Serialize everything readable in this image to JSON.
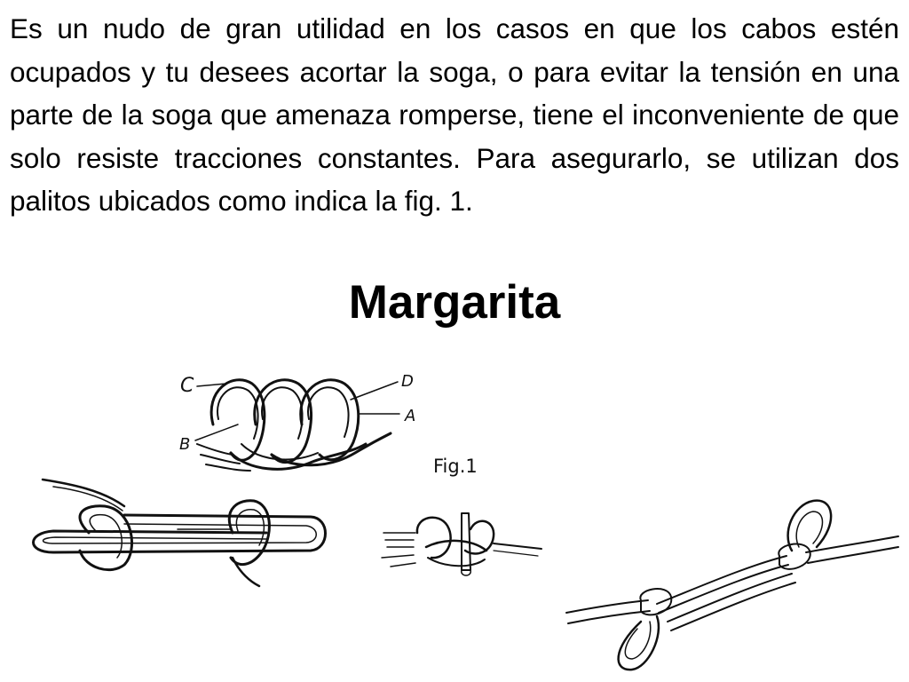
{
  "body_text": "Es un nudo de gran utilidad en los casos en que los cabos estén ocupados y tu desees acortar la soga, o para evitar la tensión en una parte de la soga que amenaza romperse, tiene el inconveniente de que solo resiste tracciones constantes. Para asegurarlo, se utilizan dos palitos ubicados como indica la fig. 1.",
  "title": "Margarita",
  "figure": {
    "labels": {
      "c": "C",
      "d": "D",
      "a": "A",
      "b": "B",
      "fig": "Fig.1"
    }
  }
}
